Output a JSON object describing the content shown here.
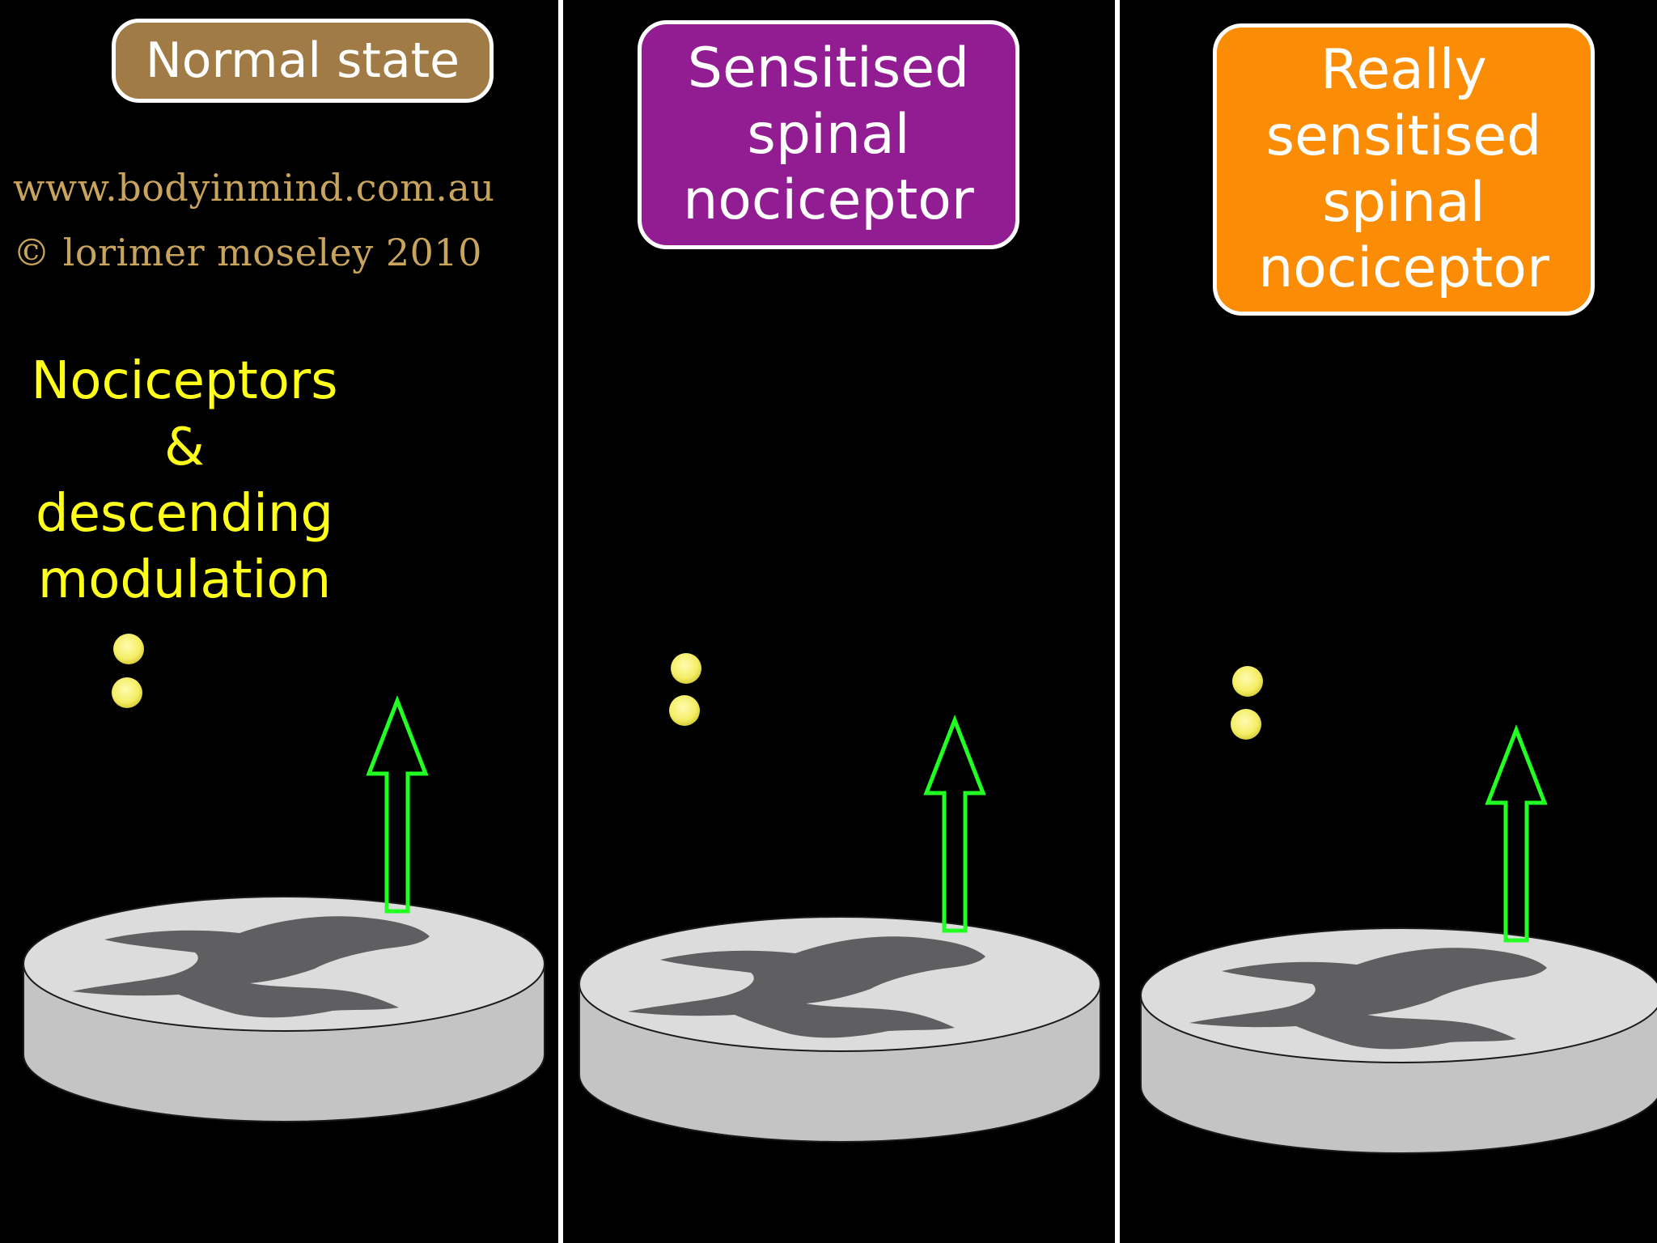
{
  "panels": [
    {
      "label_lines": [
        "Normal state"
      ],
      "box_color": "#a07b46",
      "dot_count": 2,
      "arrow": "up"
    },
    {
      "label_lines": [
        "Sensitised",
        "spinal",
        "nociceptor"
      ],
      "box_color": "#921d93",
      "dot_count": 2,
      "arrow": "up"
    },
    {
      "label_lines": [
        "Really",
        "sensitised",
        "spinal",
        "nociceptor"
      ],
      "box_color": "#fb8c06",
      "dot_count": 2,
      "arrow": "up"
    }
  ],
  "credits": {
    "url": "www.bodyinmind.com.au",
    "copyright": "© lorimer moseley 2010"
  },
  "topic_lines": [
    "Nociceptors",
    "&",
    "descending",
    "modulation"
  ],
  "colors": {
    "background": "#000000",
    "divider": "#ffffff",
    "topic_text": "#ffff1a",
    "credit_text": "#c9a45d",
    "dot": "#f7f07a",
    "arrow_outline": "#22ff22",
    "disc_top": "#dcdcdc",
    "disc_side": "#c4c4c4",
    "grey_matter": "#5f5e60"
  }
}
